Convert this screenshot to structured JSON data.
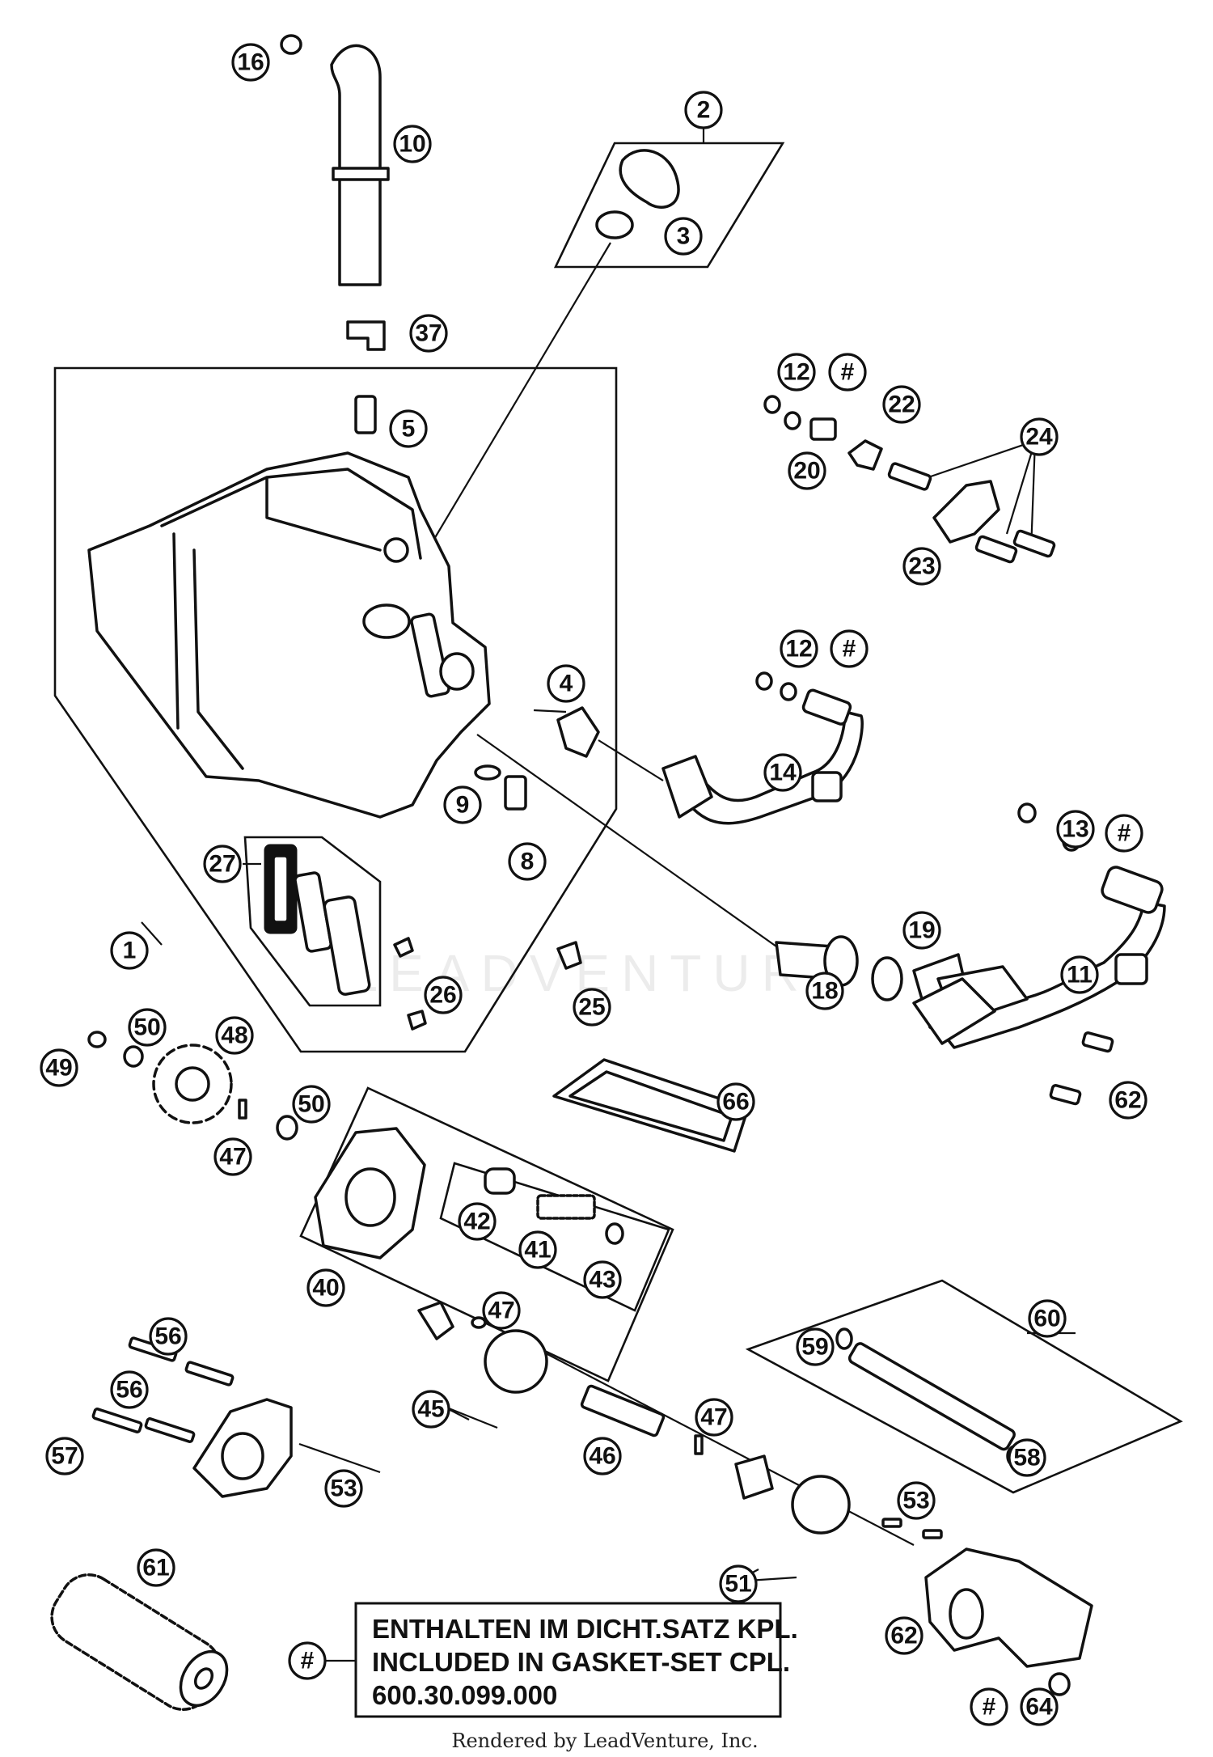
{
  "callout_labels": {
    "c16_top": "16",
    "c10": "10",
    "c2": "2",
    "c3": "3",
    "c37": "37",
    "c5": "5",
    "c12a": "12",
    "hash_a": "#",
    "c22": "22",
    "c20": "20",
    "c24": "24",
    "c23": "23",
    "c12b": "12",
    "hash_b": "#",
    "c4": "4",
    "c14": "14",
    "c9": "9",
    "c8": "8",
    "c13": "13",
    "hash_c": "#",
    "c27": "27",
    "c1": "1",
    "c19": "19",
    "c11": "11",
    "c18": "18",
    "c25": "25",
    "c26": "26",
    "c49": "49",
    "c50a": "50",
    "c48": "48",
    "c66": "66",
    "c62a": "62",
    "c47a": "47",
    "c50b": "50",
    "c42": "42",
    "c41": "41",
    "c43": "43",
    "c40": "40",
    "c47b": "47",
    "c60": "60",
    "c56a": "56",
    "c59": "59",
    "c56b": "56",
    "c45": "45",
    "c47c": "47",
    "c58": "58",
    "c57": "57",
    "c46": "46",
    "c53a": "53",
    "c53b": "53",
    "c51": "51",
    "c61": "61",
    "c62b": "62",
    "hash_d": "#",
    "hash_e": "#",
    "c64": "64"
  },
  "note": {
    "line1": "ENTHALTEN IM DICHT.SATZ KPL.",
    "line2": "INCLUDED IN GASKET-SET CPL.",
    "line3": "600.30.099.000"
  },
  "watermark": "LEADVENTURE",
  "footer": "Rendered by LeadVenture, Inc."
}
